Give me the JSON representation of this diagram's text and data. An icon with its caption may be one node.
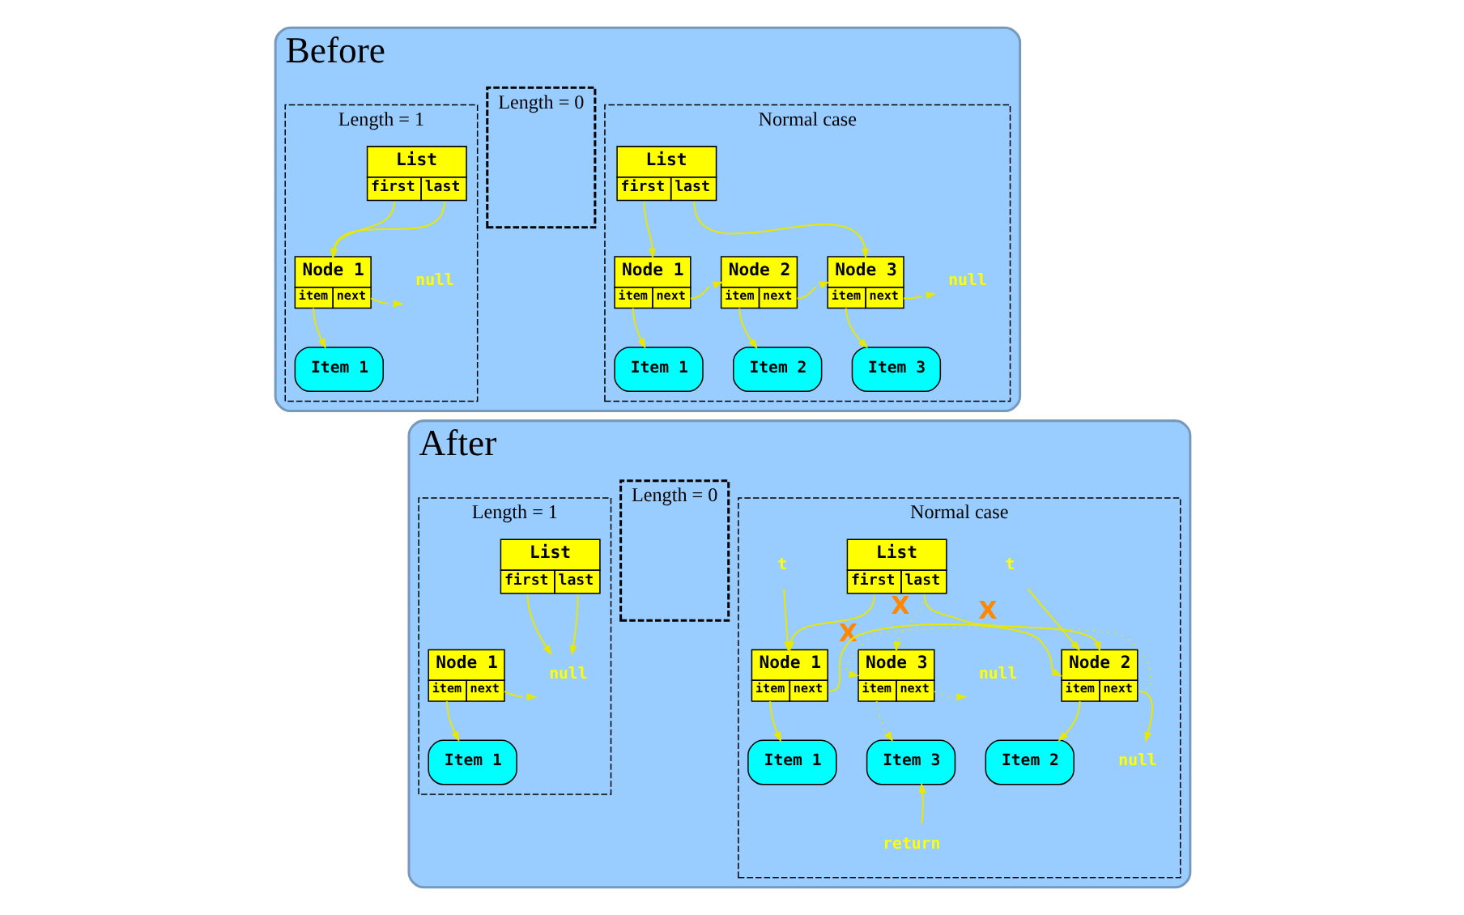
{
  "diagram": {
    "nodes": [
      {
        "text": [
          "Before"
        ]
      },
      {
        "text": [
          "Normal case"
        ],
        "in": 0
      },
      {
        "text": [
          "List",
          "first",
          "last"
        ],
        "in": 1
      },
      {
        "text": [
          "Node 1",
          "item",
          "next"
        ],
        "in": 1
      },
      {
        "text": [
          "Node 2",
          "item",
          "next"
        ],
        "in": 1
      },
      {
        "text": [
          "Node 3",
          "item",
          "next"
        ],
        "in": 1
      },
      {
        "text": [
          "null"
        ],
        "in": 1
      },
      {
        "text": [
          "Item 1"
        ],
        "in": 1
      },
      {
        "text": [
          "Item 2"
        ],
        "in": 1
      },
      {
        "text": [
          "Item 3"
        ],
        "in": 1
      },
      {
        "text": [
          "Length = 0"
        ],
        "in": 0
      },
      {
        "text": [
          "Length = 1"
        ],
        "in": 0
      },
      {
        "text": [
          "List",
          "first",
          "last"
        ],
        "in": 11
      },
      {
        "text": [
          "Node 1",
          "item",
          "next"
        ],
        "in": 11
      },
      {
        "text": [
          "null"
        ],
        "in": 11
      },
      {
        "text": [
          "Item 1"
        ],
        "in": 11
      },
      {
        "text": [
          "After"
        ]
      },
      {
        "text": [
          "Normal case"
        ],
        "in": 16
      },
      {
        "text": [
          "List",
          "first",
          "last"
        ],
        "in": 17
      },
      {
        "text": [
          "t"
        ],
        "in": 17
      },
      {
        "text": [
          "t"
        ],
        "in": 17
      },
      {
        "text": [
          "Node 1",
          "item",
          "next"
        ],
        "in": 17
      },
      {
        "text": [
          "Node 2",
          "item",
          "next"
        ],
        "in": 17
      },
      {
        "text": [
          "Node 3",
          "item",
          "next"
        ],
        "in": 17,
        "beside": [
          "X"
        ]
      },
      {
        "text": [
          "null"
        ],
        "in": 17
      },
      {
        "text": [
          "null"
        ],
        "in": 17
      },
      {
        "text": [
          "Item 1"
        ],
        "in": 17
      },
      {
        "text": [
          "Item 2"
        ],
        "in": 17
      },
      {
        "text": [
          "Item 3"
        ],
        "in": 17
      },
      {
        "text": [
          "return"
        ],
        "in": 17
      },
      {
        "text": [
          "Length = 0"
        ],
        "in": 16
      },
      {
        "text": [
          "Length = 1"
        ],
        "in": 16
      },
      {
        "text": [
          "List",
          "first",
          "last"
        ],
        "in": 31
      },
      {
        "text": [
          "Node 1",
          "item",
          "next"
        ],
        "in": 31
      },
      {
        "text": [
          "null"
        ],
        "in": 31
      },
      {
        "text": [
          "Item 1"
        ],
        "in": 31
      }
    ],
    "edges": [
      {
        "from": 2,
        "to": 3,
        "arrow": "to"
      },
      {
        "from": 2,
        "to": 5,
        "arrow": "to"
      },
      {
        "from": 3,
        "to": 4,
        "arrow": "to"
      },
      {
        "from": 4,
        "to": 5,
        "arrow": "to"
      },
      {
        "from": 5,
        "to": 6,
        "arrow": "to"
      },
      {
        "from": 3,
        "to": 7,
        "arrow": "to"
      },
      {
        "from": 4,
        "to": 8,
        "arrow": "to"
      },
      {
        "from": 5,
        "to": 9,
        "arrow": "to"
      },
      {
        "from": 12,
        "to": 13,
        "arrow": "to"
      },
      {
        "from": 12,
        "to": 13,
        "arrow": "to"
      },
      {
        "from": 13,
        "to": 14,
        "arrow": "to"
      },
      {
        "from": 13,
        "to": 15,
        "arrow": "to"
      },
      {
        "from": 18,
        "to": 21,
        "arrow": "to"
      },
      {
        "from": 18,
        "to": 22,
        "arrow": "to"
      },
      {
        "from": 18,
        "to": 23,
        "arrow": "to",
        "style": "dashed",
        "label": "X"
      },
      {
        "from": 19,
        "to": 21,
        "arrow": "to"
      },
      {
        "from": 20,
        "to": 22,
        "arrow": "to"
      },
      {
        "from": 21,
        "to": 22,
        "arrow": "to"
      },
      {
        "from": 22,
        "to": 23,
        "arrow": "to",
        "style": "dashed",
        "label": "X"
      },
      {
        "from": 22,
        "to": 24,
        "arrow": "to"
      },
      {
        "from": 23,
        "to": 25,
        "arrow": "to",
        "style": "dashed"
      },
      {
        "from": 21,
        "to": 26,
        "arrow": "to"
      },
      {
        "from": 22,
        "to": 27,
        "arrow": "to"
      },
      {
        "from": 23,
        "to": 28,
        "arrow": "to",
        "style": "dashed"
      },
      {
        "from": 29,
        "to": 28,
        "arrow": "to"
      },
      {
        "from": 32,
        "to": 34,
        "arrow": "to"
      },
      {
        "from": 32,
        "to": 34,
        "arrow": "to"
      },
      {
        "from": 33,
        "to": 34,
        "arrow": "to"
      },
      {
        "from": 33,
        "to": 35,
        "arrow": "to"
      }
    ]
  }
}
